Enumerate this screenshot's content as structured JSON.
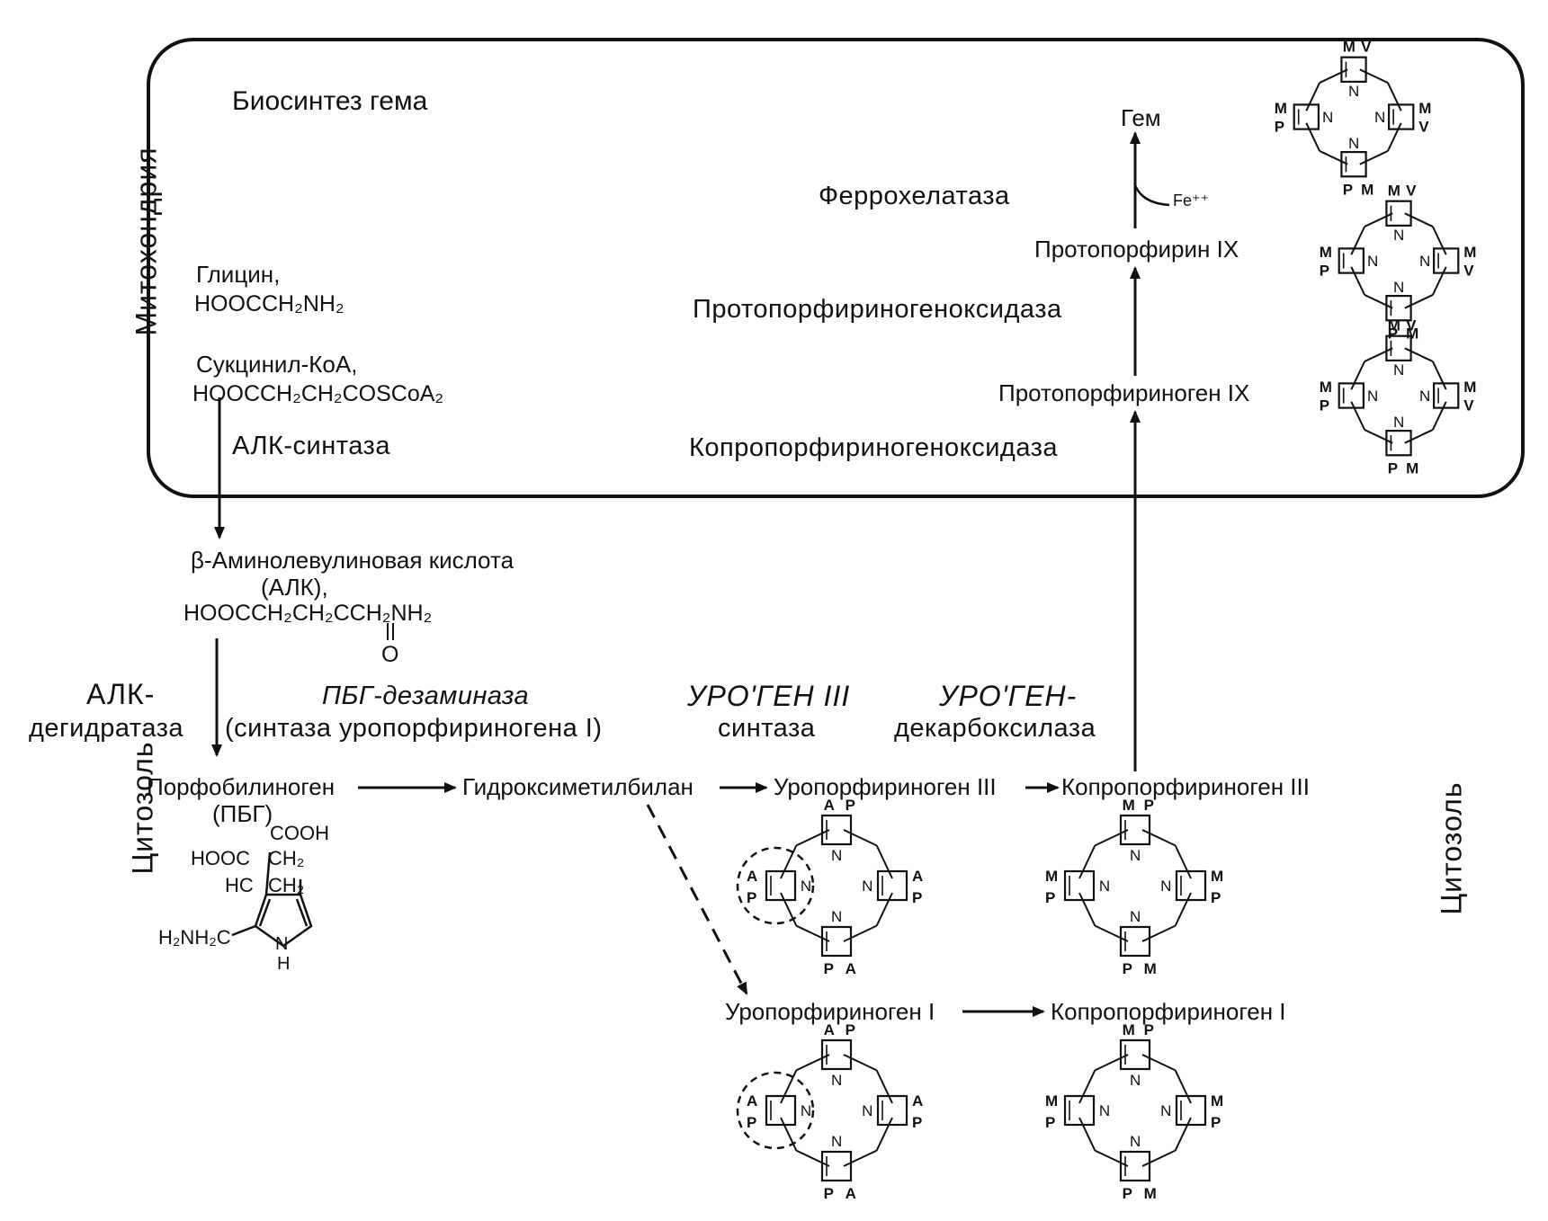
{
  "title": "Биосинтез гема",
  "compartments": {
    "mitochondria": "Митохондрия",
    "cytosol_left": "Цитозоль",
    "cytosol_right": "Цитозоль"
  },
  "substrates": {
    "glycine_name": "Глицин,",
    "glycine_formula": "HOOCCH₂NH₂",
    "succinyl_name": "Сукцинил-КoA,",
    "succinyl_formula": "HOOCCH₂CH₂COSCoA₂"
  },
  "enzymes": {
    "alk_synthase": "АЛК-синтаза",
    "alk_dehydratase_1": "АЛК-",
    "alk_dehydratase_2": "дегидратаза",
    "pbg_deaminase_1": "ПБГ-дезаминаза",
    "pbg_deaminase_2": "(синтаза уропорфириногена I)",
    "urogen3_synthase_1": "УРО'ГЕН III",
    "urogen3_synthase_2": "синтаза",
    "urogen_decarboxylase_1": "УРО'ГЕН-",
    "urogen_decarboxylase_2": "декарбоксилаза",
    "coproporphyrinogen_oxidase": "Копропорфириногеноксидаза",
    "protoporphyrinogen_oxidase": "Протопорфириногеноксидаза",
    "ferrochelatase": "Феррохелатаза"
  },
  "metabolites": {
    "ala_name": "β-Аминолевулиновая кислота",
    "ala_abbr": "(АЛК),",
    "ala_formula": "HOOCCH₂CH₂CCH₂NH₂",
    "ala_oxygen": "O",
    "pbg": "Порфобилиноген",
    "pbg_abbr": "(ПБГ)",
    "hmb": "Гидроксиметилбилан",
    "urogen3": "Уропорфириноген III",
    "coprogen3": "Копропорфириноген III",
    "urogen1": "Уропорфириноген I",
    "coprogen1": "Копропорфириноген I",
    "protogen9": "Протопорфириноген IX",
    "proto9": "Протопорфирин IX",
    "heme": "Гем",
    "fe": "Fe⁺⁺"
  },
  "pbg_structure": {
    "cooh": "COOH",
    "hooc": "HOOC",
    "ch2_a": "CH₂",
    "hc": "HC",
    "ch2_b": "CH₂",
    "h2nh2c": "H₂NH₂C",
    "n": "N",
    "h": "H"
  },
  "ring_substituents": {
    "urogen3": [
      "A",
      "P",
      "A",
      "P",
      "P",
      "A",
      "A",
      "P"
    ],
    "coprogen3": [
      "M",
      "P",
      "M",
      "P",
      "P",
      "M",
      "M",
      "P"
    ],
    "urogen1": [
      "A",
      "P",
      "A",
      "P",
      "P",
      "A",
      "A",
      "P"
    ],
    "coprogen1": [
      "M",
      "P",
      "M",
      "P",
      "P",
      "M",
      "M",
      "P"
    ],
    "protogen9": [
      "M",
      "V",
      "M",
      "V",
      "P",
      "M",
      "M",
      "P"
    ],
    "proto9": [
      "M",
      "V",
      "M",
      "V",
      "P",
      "M",
      "M",
      "P"
    ],
    "heme": [
      "M",
      "V",
      "M",
      "V",
      "P",
      "M",
      "M",
      "P"
    ]
  }
}
